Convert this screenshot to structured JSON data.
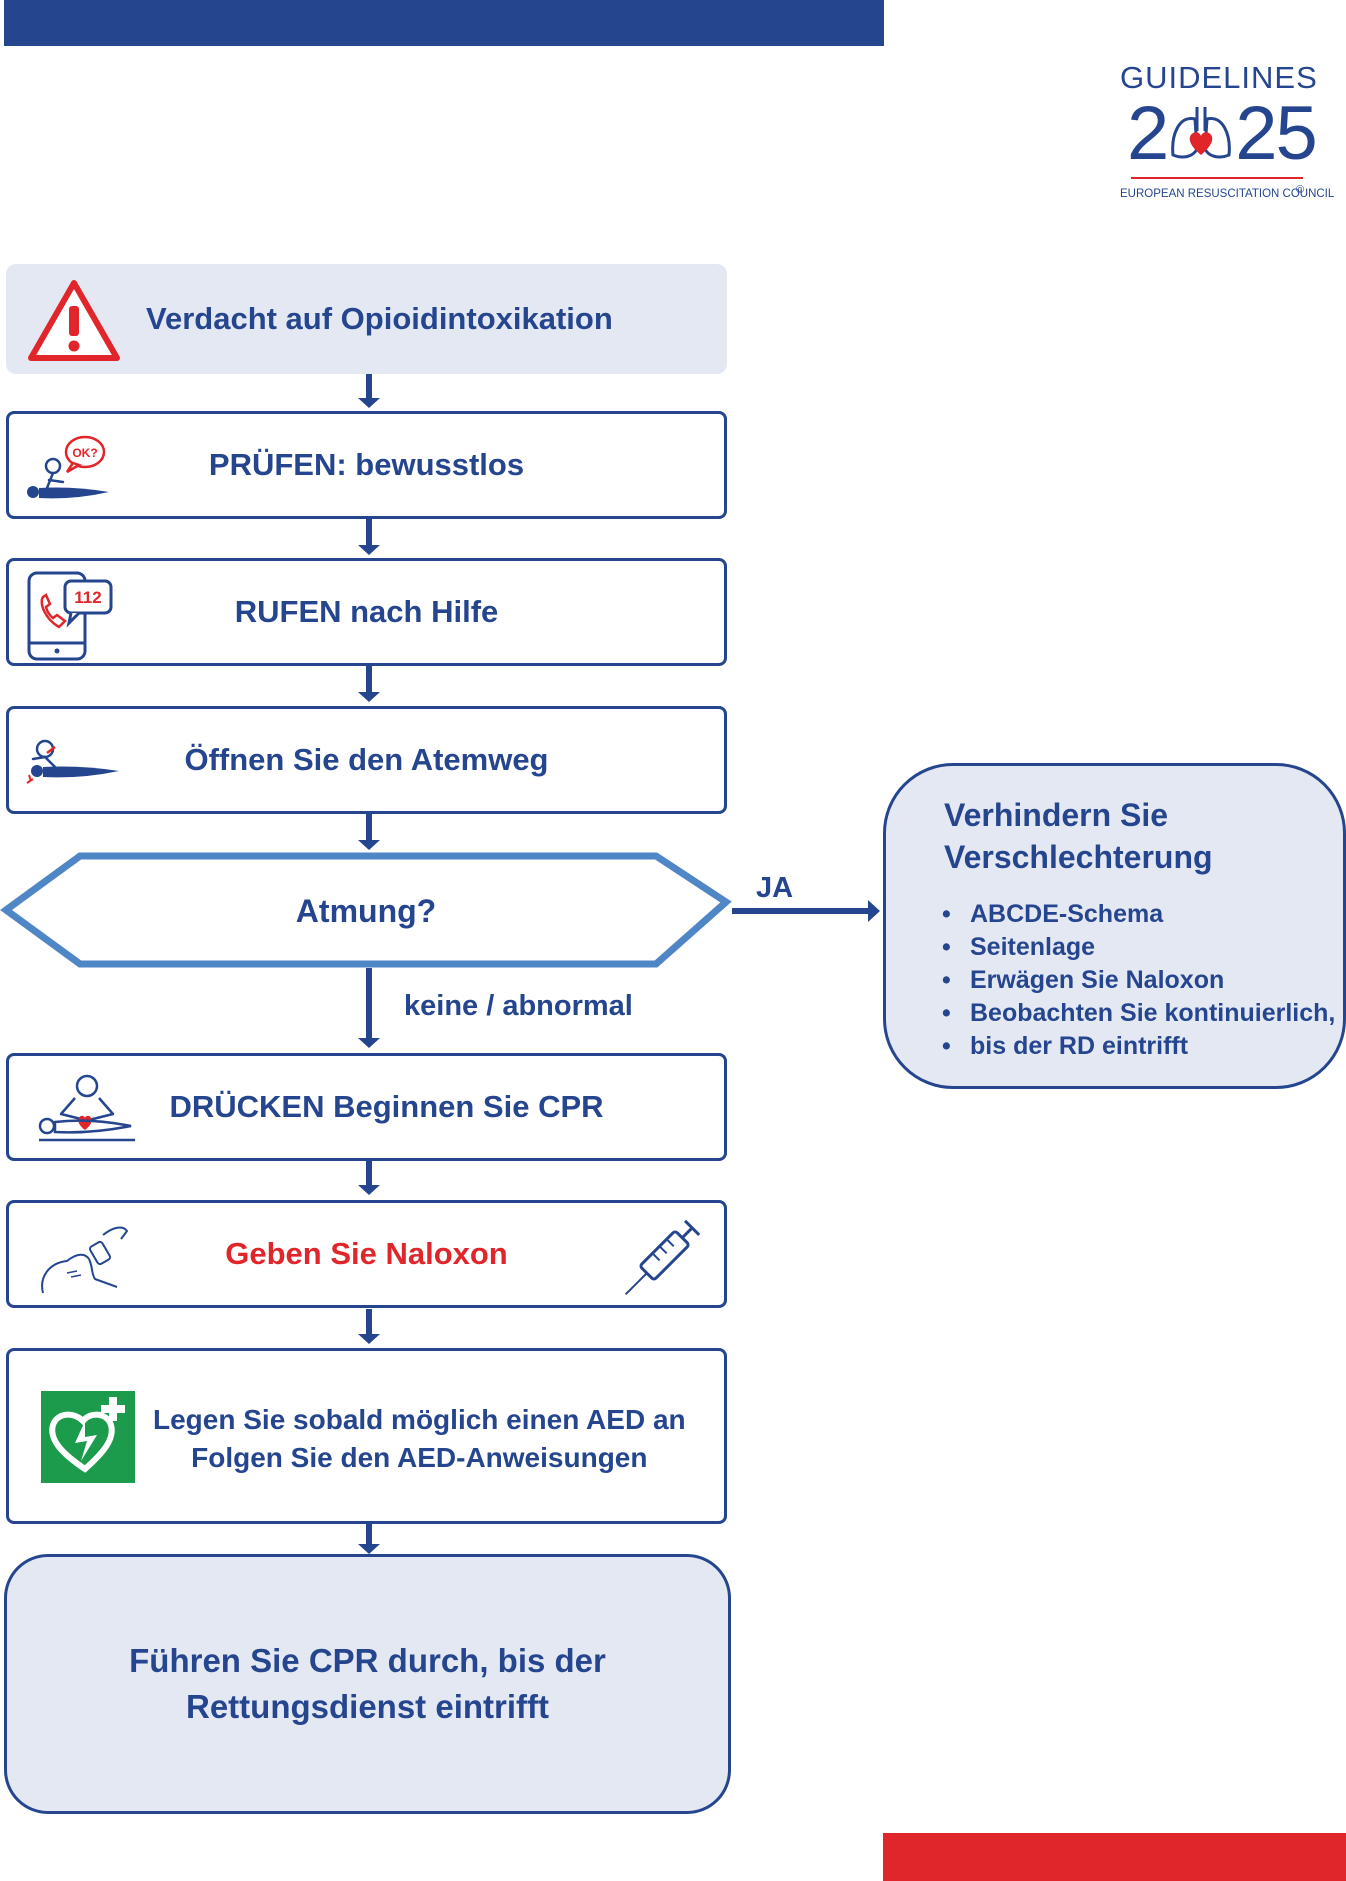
{
  "logo": {
    "word": "GUIDELINES",
    "year_left": "2",
    "year_right": "25",
    "org": "EUROPEAN RESUSCITATION COUNCIL",
    "copyright": "©"
  },
  "flow": {
    "suspect": "Verdacht auf Opioidintoxikation",
    "check": "PRÜFEN: bewusstlos",
    "call": "RUFEN nach Hilfe",
    "airway": "Öffnen Sie den Atemweg",
    "breathing": "Atmung?",
    "yes_label": "JA",
    "no_label": "keine / abnormal",
    "compress": "DRÜCKEN Beginnen Sie CPR",
    "naloxone": "Geben Sie Naloxon",
    "aed_line1": "Legen Sie sobald möglich einen AED an",
    "aed_line2": "Folgen Sie den AED-Anweisungen",
    "final_line1": "Führen Sie CPR durch, bis der",
    "final_line2": "Rettungsdienst eintrifft"
  },
  "icons": {
    "ok_bubble": "OK?",
    "phone_number": "112"
  },
  "side": {
    "title_line1": "Verhindern Sie",
    "title_line2": "Verschlechterung",
    "items": [
      "ABCDE-Schema",
      "Seitenlage",
      "Erwägen Sie Naloxon",
      "Beobachten Sie kontinuierlich,",
      "bis der RD eintrifft"
    ]
  },
  "colors": {
    "primary": "#25468f",
    "accent_red": "#e0262b",
    "box_fill": "#e4e8f3",
    "hex_border": "#4f86c6",
    "aed_green": "#1b9b4b"
  }
}
